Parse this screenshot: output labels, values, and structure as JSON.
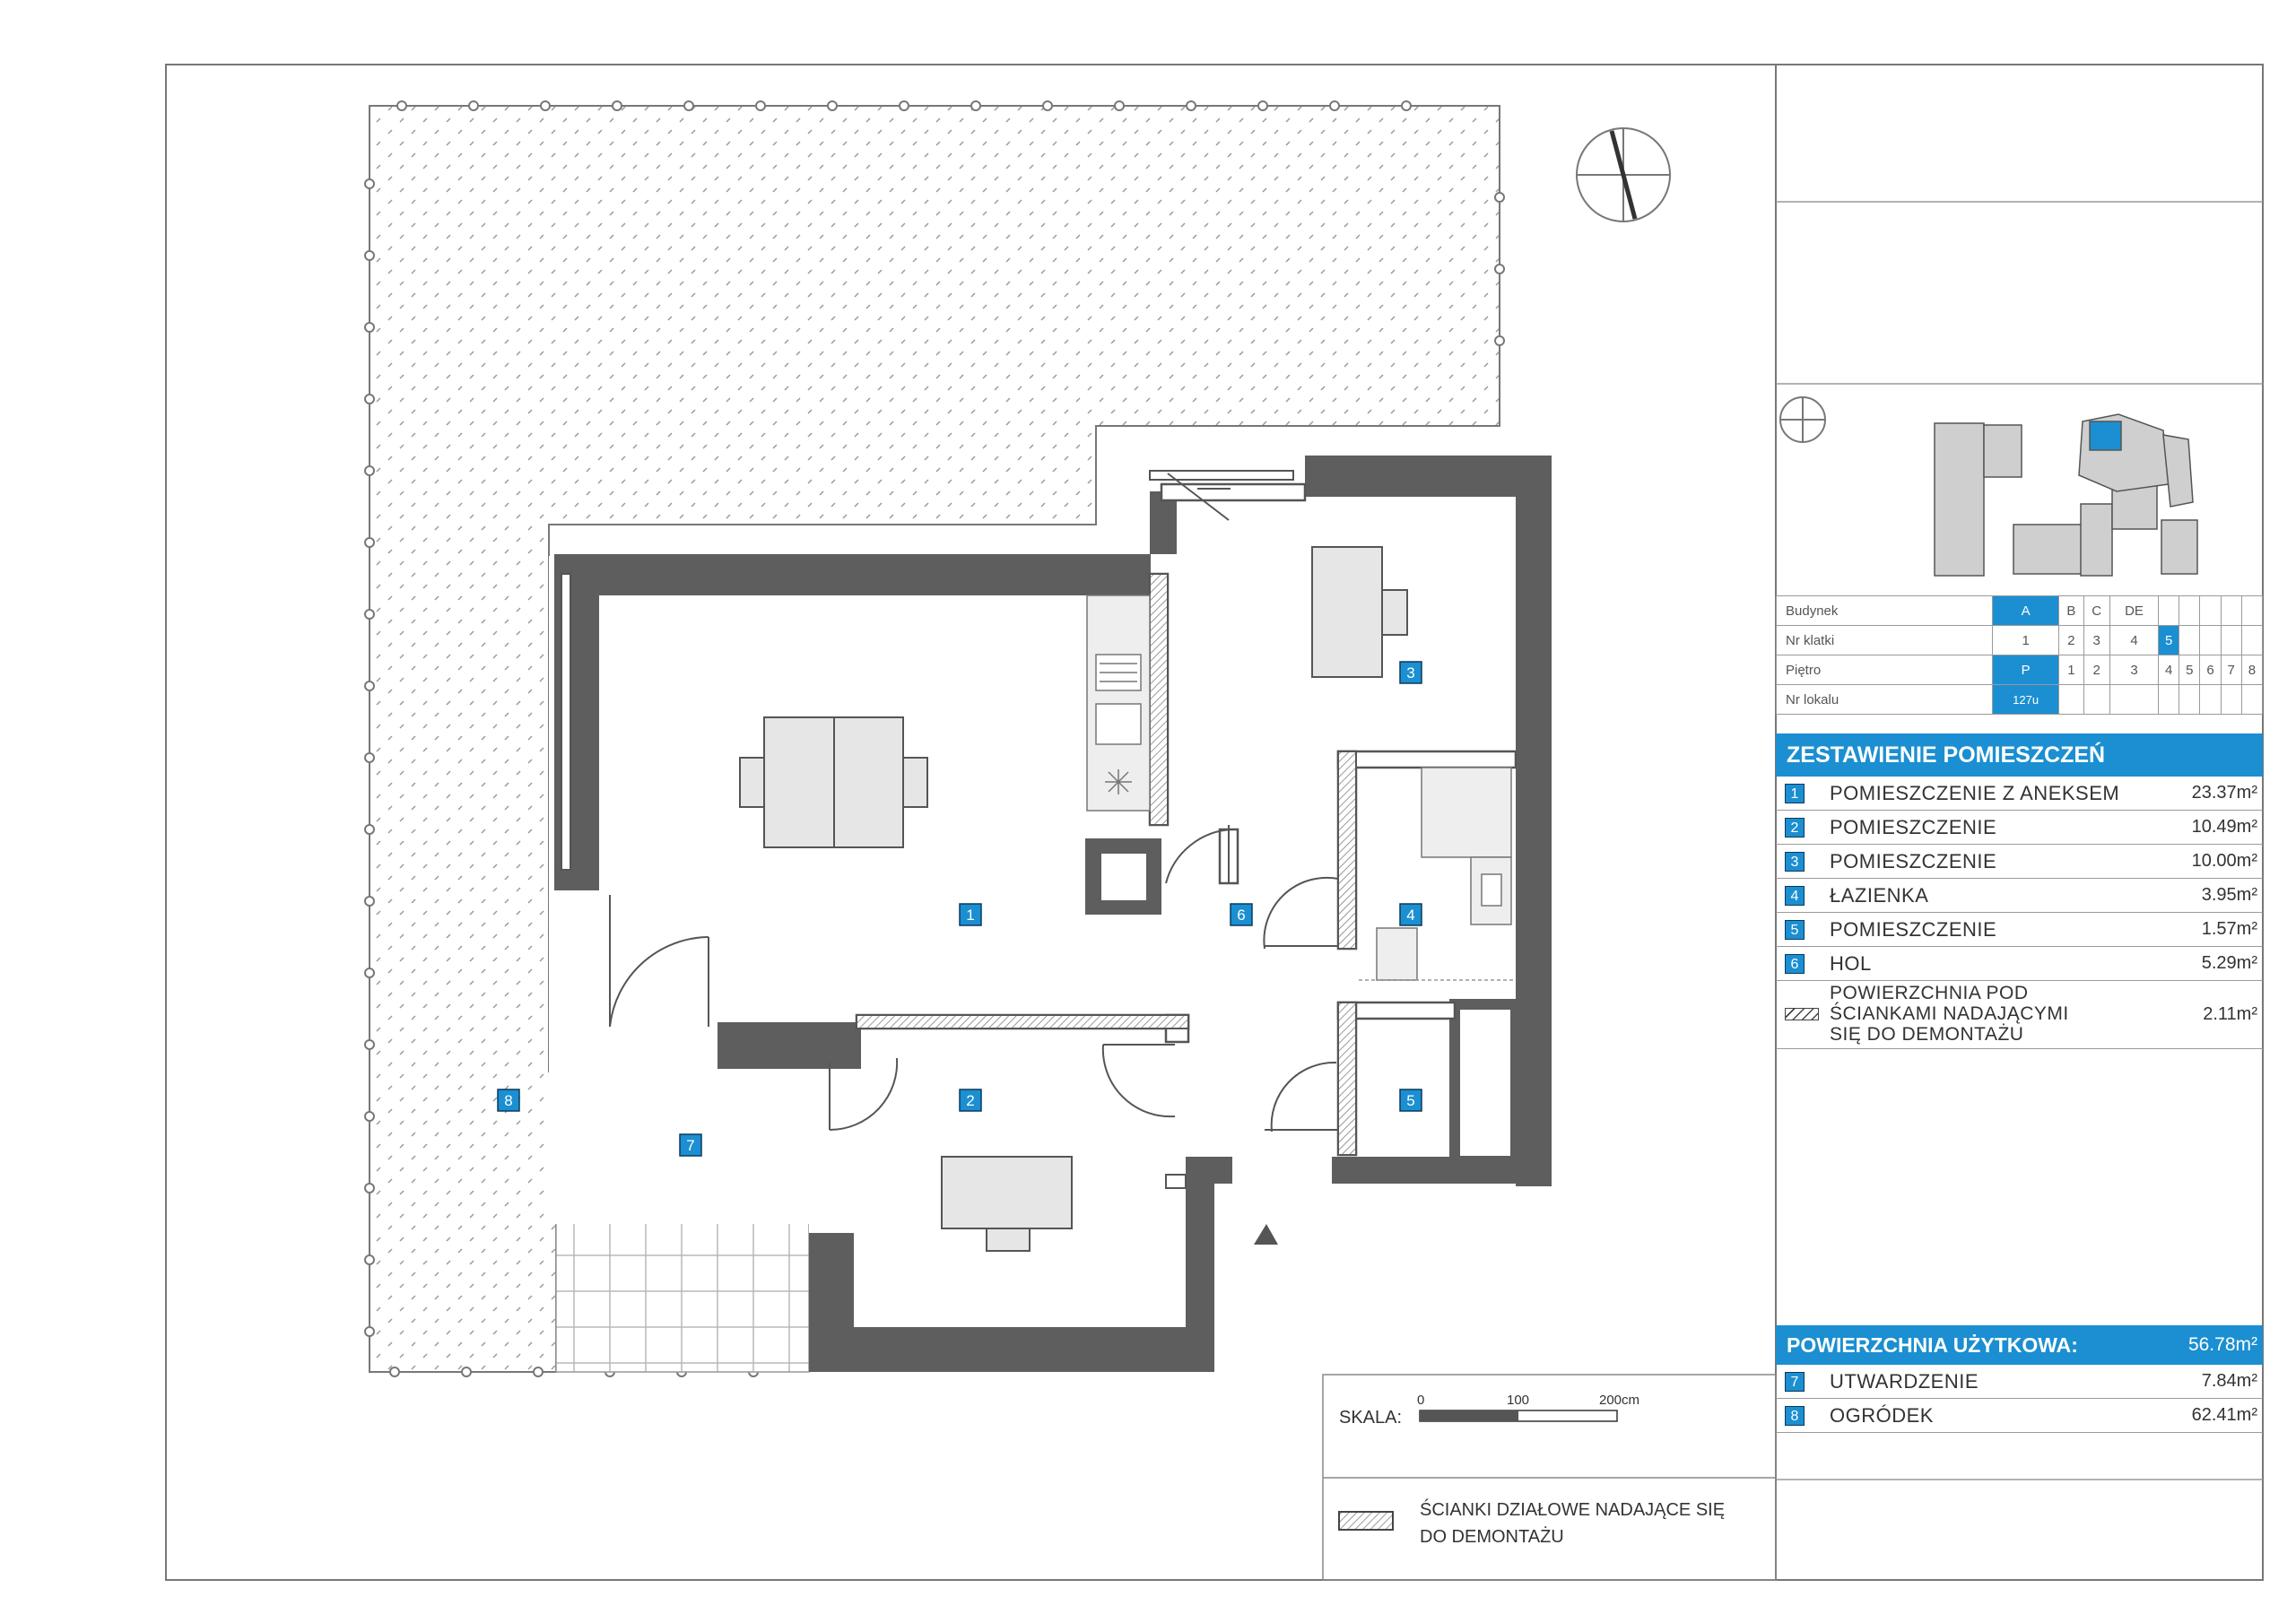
{
  "rooms": [
    {
      "num": "1",
      "name": "POMIESZCZENIE Z ANEKSEM",
      "area": "23.37m²"
    },
    {
      "num": "2",
      "name": "POMIESZCZENIE",
      "area": "10.49m²"
    },
    {
      "num": "3",
      "name": "POMIESZCZENIE",
      "area": "10.00m²"
    },
    {
      "num": "4",
      "name": "ŁAZIENKA",
      "area": "3.95m²"
    },
    {
      "num": "5",
      "name": "POMIESZCZENIE",
      "area": "1.57m²"
    },
    {
      "num": "6",
      "name": "HOL",
      "area": "5.29m²"
    }
  ],
  "demolition_row": {
    "line1": "POWIERZCHNIA POD",
    "line2": "ŚCIANKAMI NADAJĄCYMI",
    "line3": "SIĘ DO DEMONTAŻU",
    "area": "2.11m²"
  },
  "summary_title": "ZESTAWIENIE POMIESZCZEŃ",
  "usable": {
    "label": "POWIERZCHNIA UŻYTKOWA:",
    "area": "56.78m²"
  },
  "extras": [
    {
      "num": "7",
      "name": "UTWARDZENIE",
      "area": "7.84m²"
    },
    {
      "num": "8",
      "name": "OGRÓDEK",
      "area": "62.41m²"
    }
  ],
  "locator": {
    "building_label": "Budynek",
    "buildings": [
      "A",
      "B",
      "C",
      "DE"
    ],
    "building_selected": "A",
    "stair_label": "Nr klatki",
    "stairs": [
      "1",
      "2",
      "3",
      "4",
      "5"
    ],
    "stair_selected": "5",
    "floor_label": "Piętro",
    "floors": [
      "P",
      "1",
      "2",
      "3",
      "4",
      "5",
      "6",
      "7",
      "8"
    ],
    "floor_selected": "P",
    "unit_label": "Nr lokalu",
    "unit_value": "127u"
  },
  "scale": {
    "label": "SKALA:",
    "ticks": [
      "0",
      "100",
      "200cm"
    ]
  },
  "legend": {
    "line1": "ŚCIANKI DZIAŁOWE NADAJĄCE SIĘ",
    "line2": "DO DEMONTAŻU"
  },
  "plan_labels": [
    "1",
    "2",
    "3",
    "4",
    "5",
    "6",
    "7",
    "8"
  ],
  "colors": {
    "accent": "#1b8fd1",
    "wall": "#5a5a5a",
    "furniture": "#e6e6e6"
  }
}
